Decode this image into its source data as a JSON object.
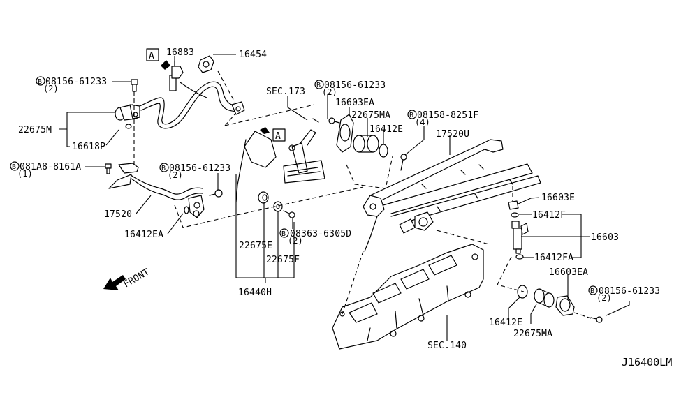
{
  "diagram": {
    "code": "J16400LM",
    "front_label": "FRONT",
    "view_marker": "A",
    "bolt_marker": "B",
    "labels": {
      "p16883": "16883",
      "p16454": "16454",
      "bolt_top_left": "08156-61233",
      "bolt_top_left_qty": "(2)",
      "p22675M": "22675M",
      "p16618P": "16618P",
      "bolt_081A8": "081A8-8161A",
      "bolt_081A8_qty": "(1)",
      "bolt_mid_left": "08156-61233",
      "bolt_mid_left_qty": "(2)",
      "p17520": "17520",
      "p16412EA": "16412EA",
      "sec173": "SEC.173",
      "bolt_top_center": "08156-61233",
      "bolt_top_center_qty": "(2)",
      "p16603EA_top": "16603EA",
      "p22675MA_top": "22675MA",
      "p16412E_top": "16412E",
      "bolt_08158": "08158-8251F",
      "bolt_08158_qty": "(4)",
      "p17520U": "17520U",
      "p16603E": "16603E",
      "p16412F": "16412F",
      "p16603": "16603",
      "p16412FA": "16412FA",
      "p22675E": "22675E",
      "p22675F": "22675F",
      "bolt_08363": "08363-6305D",
      "bolt_08363_qty": "(2)",
      "p16440H": "16440H",
      "sec140": "SEC.140",
      "p16603EA_bottom": "16603EA",
      "bolt_bottom_right": "08156-61233",
      "bolt_bottom_right_qty": "(2)",
      "p16412E_bottom": "16412E",
      "p22675MA_bottom": "22675MA"
    }
  }
}
